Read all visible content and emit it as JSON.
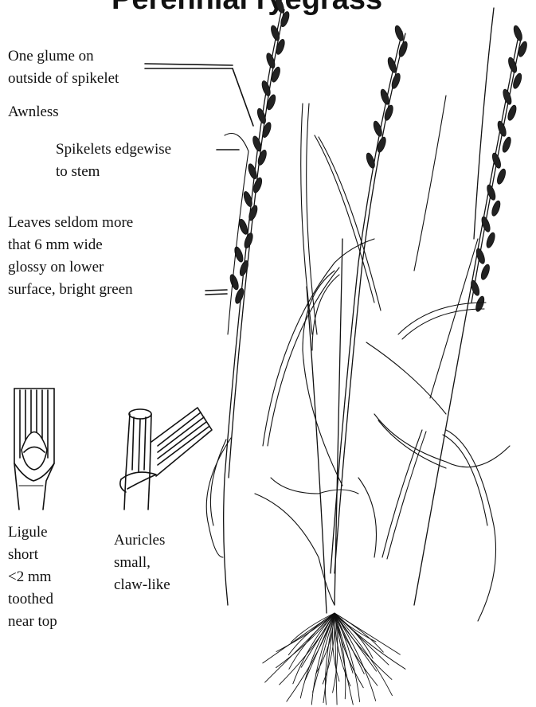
{
  "title": "Perennial ryegrass",
  "labels": {
    "glume": [
      "One glume on",
      "outside of spikelet"
    ],
    "awnless": "Awnless",
    "spikelets": [
      "Spikelets edgewise",
      "to stem"
    ],
    "leaves": [
      "Leaves seldom more",
      "that 6 mm wide",
      "glossy on lower",
      "surface, bright green"
    ],
    "ligule": [
      "Ligule",
      "short",
      "<2 mm",
      "toothed",
      "near top"
    ],
    "auricles": [
      "Auricles",
      "small,",
      "claw-like"
    ]
  }
}
